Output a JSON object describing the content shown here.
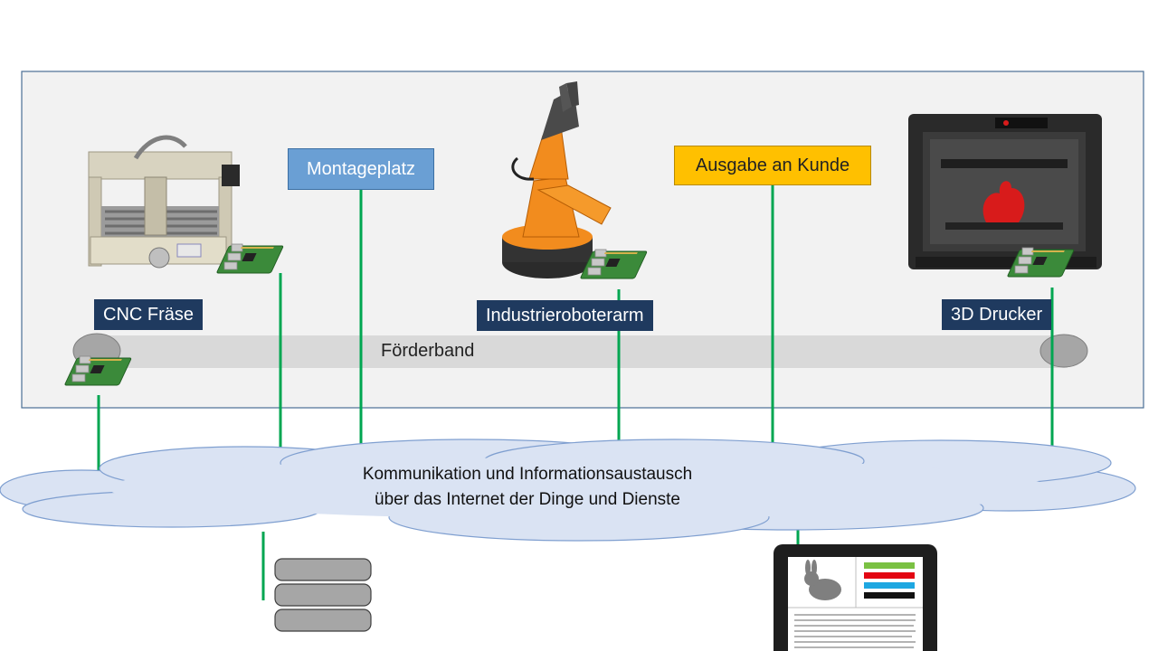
{
  "factory": {
    "conveyor_label": "Förderband",
    "stations": {
      "cnc": {
        "label": "CNC Fräse",
        "icon": "cnc-milling-machine-icon"
      },
      "assembly": {
        "label": "Montageplatz"
      },
      "robot": {
        "label": "Industrieroboterarm",
        "icon": "industrial-robot-arm-icon"
      },
      "output": {
        "label": "Ausgabe an Kunde"
      },
      "printer": {
        "label": "3D Drucker",
        "icon": "3d-printer-icon"
      }
    },
    "controller_icon": "raspberry-pi-board-icon"
  },
  "network": {
    "line1": "Kommunikation und Informationsaustausch",
    "line2": "über das Internet der Dinge und Dienste"
  },
  "database": {
    "icon": "database-stack-icon"
  },
  "tablet": {
    "icon": "tablet-icon",
    "preview_icon": "rabbit-model-icon"
  },
  "colors": {
    "factory_bg": "#f2f2f2",
    "factory_border": "#4a6f95",
    "navy_label": "#1f3a5f",
    "blue_label": "#6a9fd4",
    "gold_label": "#ffc000",
    "link_line": "#00a651",
    "cloud_fill": "#dae3f3",
    "cloud_stroke": "#7f9fd0",
    "conveyor": "#d9d9d9",
    "robot_orange": "#f28c1e",
    "printed_part_red": "#d81b1b"
  }
}
